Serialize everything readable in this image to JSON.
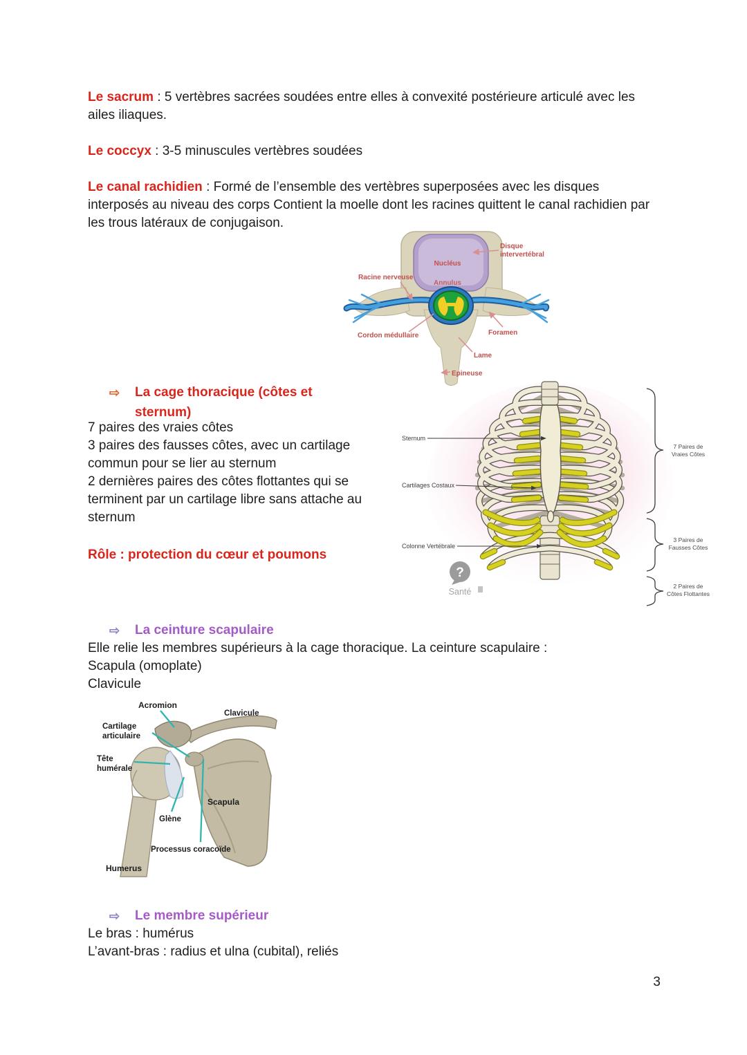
{
  "page": {
    "number": "3"
  },
  "colors": {
    "heading_red": "#d9261d",
    "heading_purple": "#a45bc8",
    "diagram_label_red": "#c0504d",
    "leader_teal": "#2fb4ae",
    "cartilage_yellow": "#d6d021",
    "bone_beige": "#d9d4ba",
    "disc_purple": "#b3a0cb",
    "nerve_blue": "#45a0dd"
  },
  "intro": [
    {
      "label": "Le sacrum",
      "text": " : 5 vertèbres sacrées soudées entre elles à convexité postérieure articulé avec les ailes iliaques."
    },
    {
      "label": "Le coccyx",
      "text": " : 3-5 minuscules vertèbres soudées"
    },
    {
      "label": "Le canal rachidien",
      "text": " : Formé de l’ensemble des vertèbres superposées avec les disques interposés au niveau des corps Contient la moelle dont les racines quittent le canal rachidien par les trous latéraux de conjugaison."
    }
  ],
  "vertebra_diagram": {
    "labels": {
      "disque_l1": "Disque",
      "disque_l2": "intervertébral",
      "nucleus": "Nucléus",
      "annulus": "Annulus",
      "racine": "Racine nerveuse",
      "cordon": "Cordon médullaire",
      "foramen": "Foramen",
      "lame": "Lame",
      "epineuse": "Epineuse"
    }
  },
  "cage": {
    "bullet": "⇨",
    "heading": "La cage thoracique (côtes et sternum)",
    "lines": [
      "7 paires des vraies côtes",
      "3 paires des fausses côtes, avec un cartilage commun pour se lier au sternum",
      "2 dernières paires des côtes flottantes qui se terminent par un cartilage libre sans attache au sternum"
    ],
    "role": "Rôle : protection du cœur et poumons"
  },
  "ribcage_diagram": {
    "left_labels": [
      "Sternum",
      "Cartilages Costaux",
      "Colonne Vertébrale"
    ],
    "right_labels": [
      {
        "l1": "7 Paires de",
        "l2": "Vraies Côtes"
      },
      {
        "l1": "3 Paires de",
        "l2": "Fausses Côtes"
      },
      {
        "l1": "2 Paires de",
        "l2": "Côtes Flottantes"
      }
    ],
    "logo_q": "?",
    "logo_text": "Santé"
  },
  "ceinture": {
    "bullet": "⇨",
    "heading": "La ceinture scapulaire",
    "lines": [
      "Elle relie les membres supérieurs à la cage thoracique. La ceinture scapulaire :",
      "Scapula (omoplate)",
      "Clavicule"
    ]
  },
  "shoulder_diagram": {
    "labels": {
      "acromion": "Acromion",
      "clavicule": "Clavicule",
      "cartilage_l1": "Cartilage",
      "cartilage_l2": "articulaire",
      "tete_l1": "Tête",
      "tete_l2": "humérale",
      "scapula": "Scapula",
      "glene": "Glène",
      "processus": "Processus coracoïde",
      "humerus": "Humerus"
    }
  },
  "membre": {
    "bullet": "⇨",
    "heading": "Le membre supérieur",
    "lines": [
      "Le bras : humérus",
      "L’avant-bras : radius et ulna (cubital), reliés"
    ]
  }
}
